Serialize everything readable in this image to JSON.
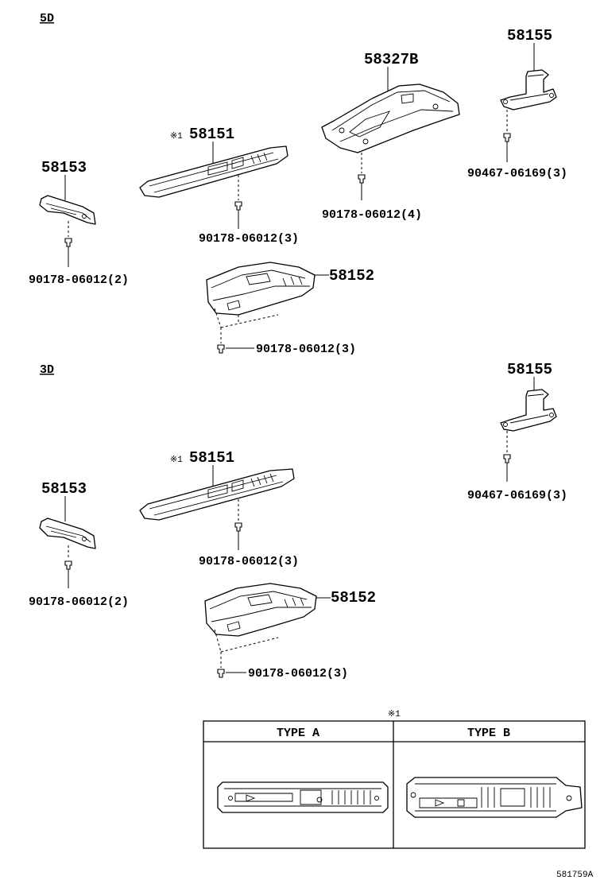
{
  "sections": {
    "five_door": "5D",
    "three_door": "3D"
  },
  "five_door": {
    "p58155": "58155",
    "clip_58155": "90467-06169(3)",
    "p58327b": "58327B",
    "clip_58327b": "90178-06012(4)",
    "note_mark_58151": "※1",
    "p58151": "58151",
    "clip_58151": "90178-06012(3)",
    "p58153": "58153",
    "clip_58153": "90178-06012(2)",
    "p58152": "58152",
    "clip_58152": "90178-06012(3)"
  },
  "three_door": {
    "p58155": "58155",
    "clip_58155": "90467-06169(3)",
    "note_mark_58151": "※1",
    "p58151": "58151",
    "clip_58151": "90178-06012(3)",
    "p58153": "58153",
    "clip_58153": "90178-06012(2)",
    "p58152": "58152",
    "clip_58152": "90178-06012(3)"
  },
  "type_table": {
    "note_mark": "※1",
    "type_a": "TYPE A",
    "type_b": "TYPE B"
  },
  "diagram_code": "581759A"
}
